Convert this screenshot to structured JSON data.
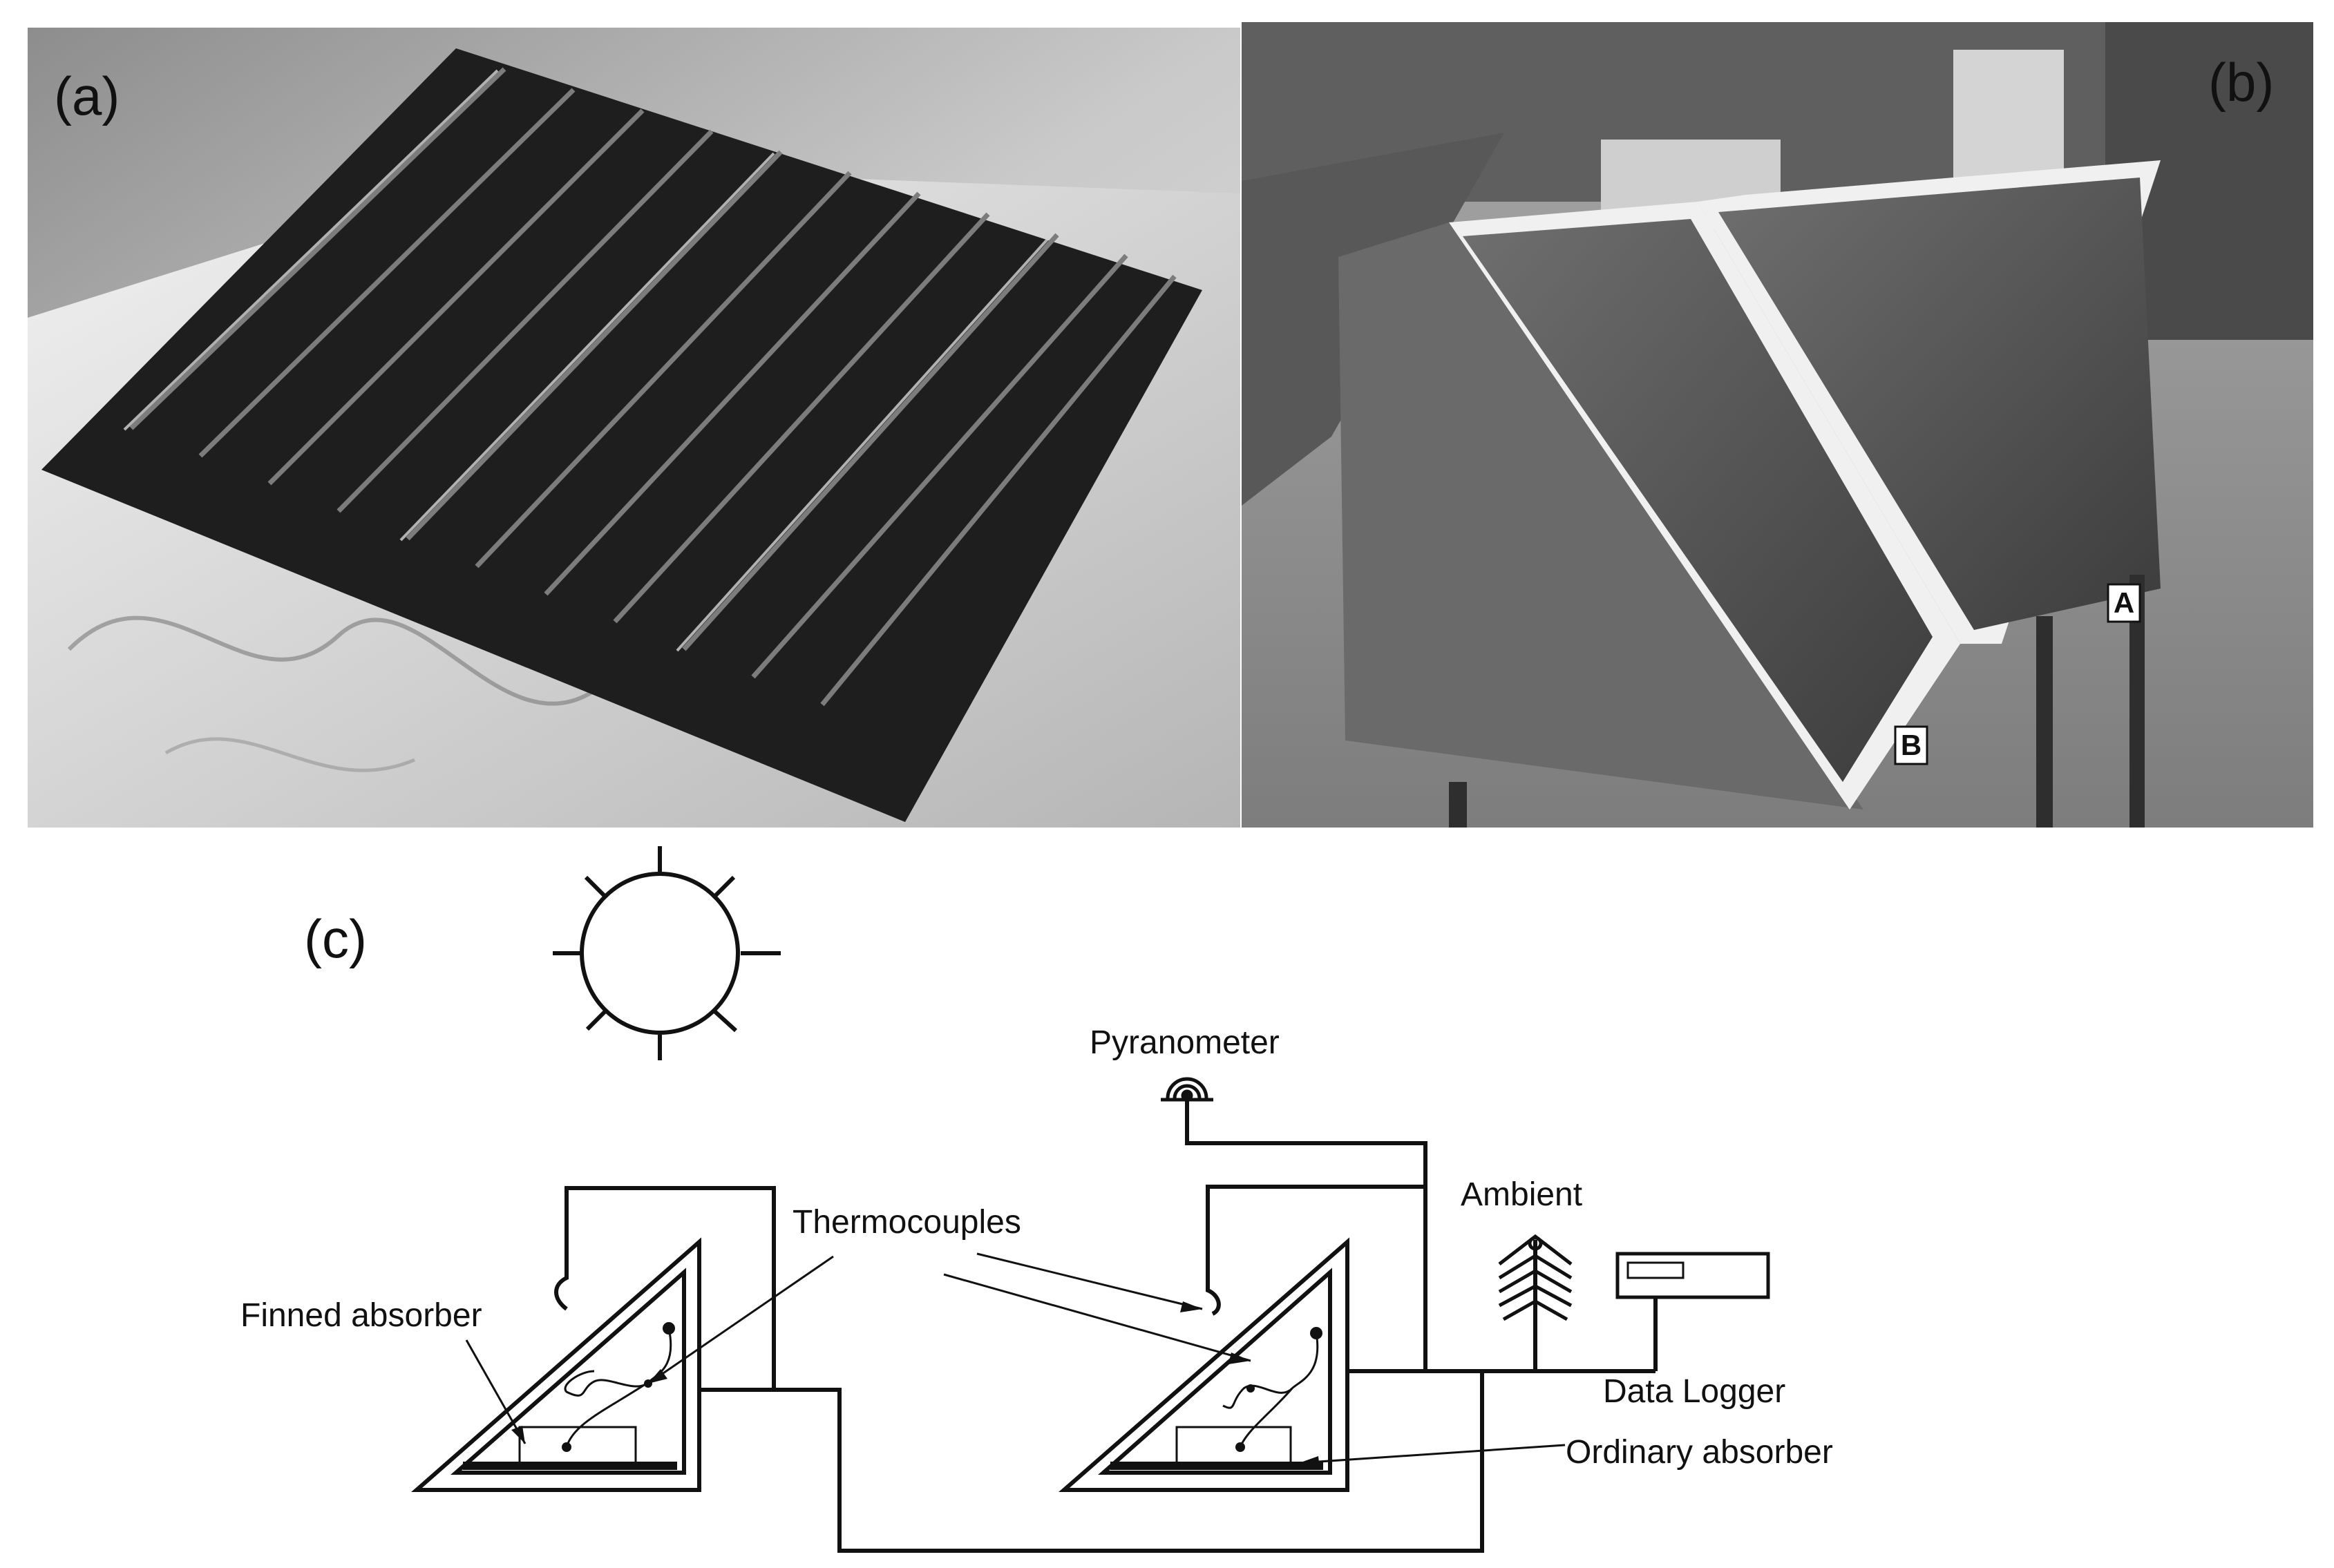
{
  "panels": {
    "a": {
      "tag": "(a)"
    },
    "b": {
      "tag": "(b)",
      "collector_a_label": "A",
      "collector_b_label": "B"
    },
    "c": {
      "tag": "(c)"
    }
  },
  "diagram_labels": {
    "pyranometer": "Pyranometer",
    "ambient": "Ambient",
    "thermocouples": "Thermocouples",
    "finned_absorber": "Finned absorber",
    "data_logger": "Data Logger",
    "ordinary_absorber": "Ordinary absorber"
  }
}
